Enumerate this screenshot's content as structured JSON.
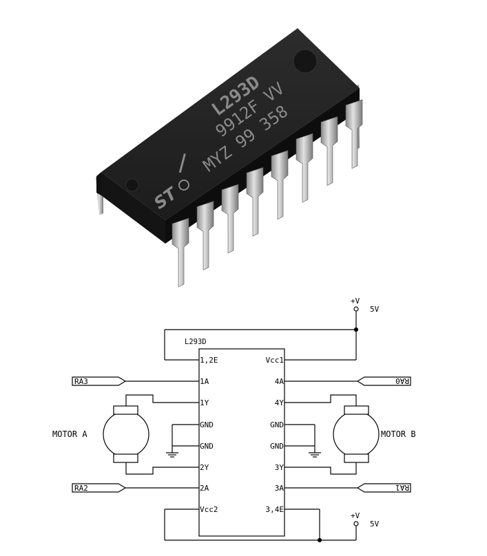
{
  "chip_photo": {
    "marking_line1": "L293D",
    "marking_line2": "9912F VV",
    "marking_line3": "MYZ 99 358",
    "logo_text": "ST",
    "body_color": "#222222",
    "pin_color": "#b8b8b8"
  },
  "schematic": {
    "ic_name": "L293D",
    "left_pins": [
      "1,2E",
      "1A",
      "1Y",
      "GND",
      "GND",
      "2Y",
      "2A",
      "Vcc2"
    ],
    "right_pins": [
      "Vcc1",
      "4A",
      "4Y",
      "GND",
      "GND",
      "3Y",
      "3A",
      "3,4E"
    ],
    "supply_top": {
      "symbol": "+V",
      "value": "5V"
    },
    "supply_bottom": {
      "symbol": "+V",
      "value": "5V"
    },
    "inputs": {
      "ra3": "RA3",
      "ra2": "RA2",
      "ra0": "RA0",
      "ra1": "RA1"
    },
    "motor_a": "MOTOR A",
    "motor_b": "MOTOR B",
    "line_color": "#000000"
  }
}
